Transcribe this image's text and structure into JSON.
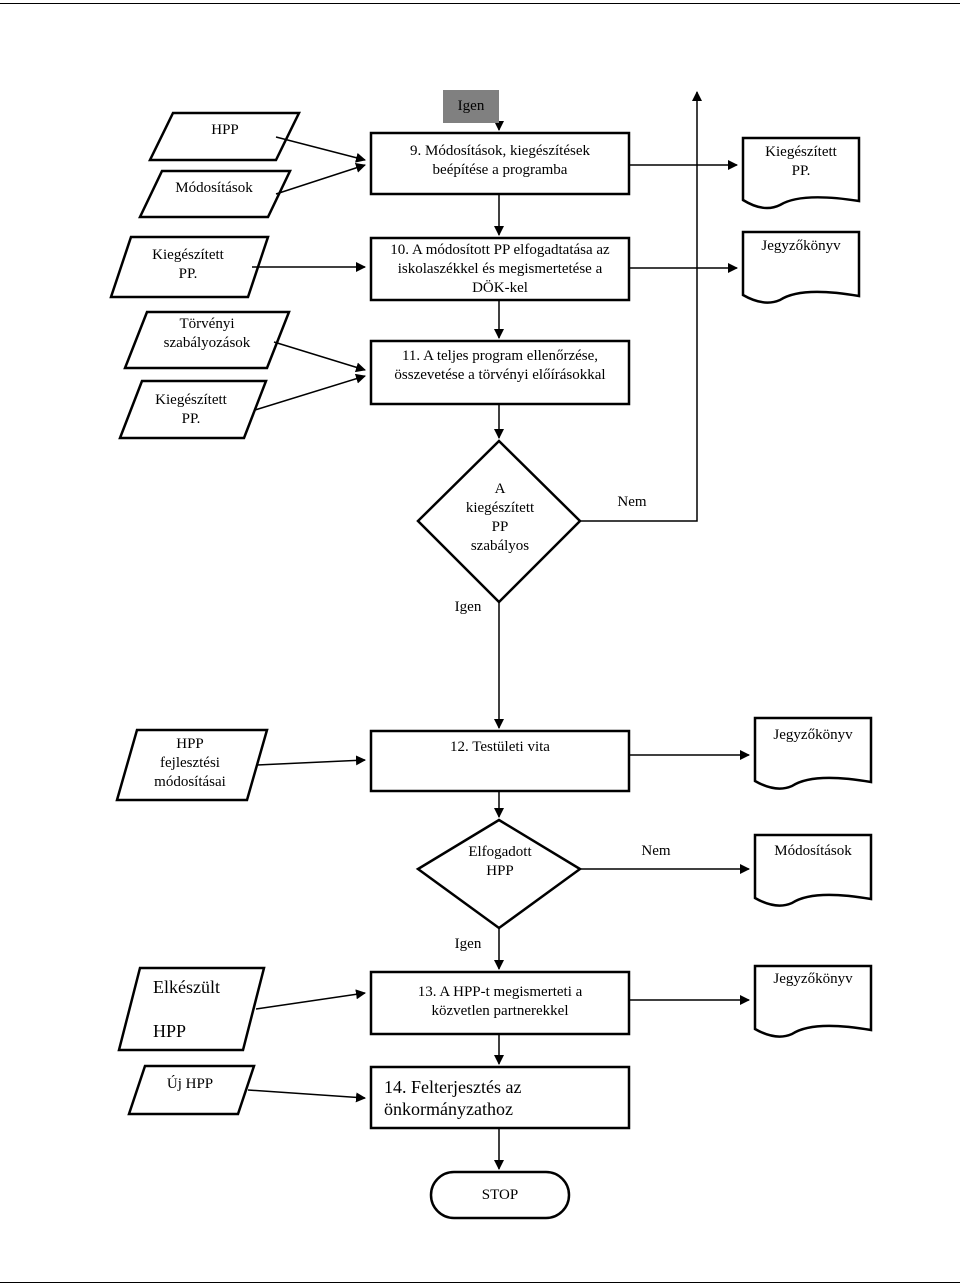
{
  "colors": {
    "stroke": "#000000",
    "label_fill": "#808080",
    "background": "#ffffff"
  },
  "labels": {
    "igen_top": "Igen",
    "igen_1": "Igen",
    "igen_2": "Igen",
    "nem_1": "Nem",
    "nem_2": "Nem"
  },
  "inputs": {
    "hpp": [
      "HPP"
    ],
    "modositasok": [
      "Módosítások"
    ],
    "kiegeszitett_1": [
      "Kiegészített",
      "PP."
    ],
    "torvenyi": [
      "Törvényi",
      "szabályozások"
    ],
    "kiegeszitett_2": [
      "Kiegészített",
      "PP."
    ],
    "hpp_fejlesztesi": [
      "HPP",
      "fejlesztési",
      "módosításai"
    ],
    "elkeszult": [
      "Elkészült",
      "HPP"
    ],
    "uj_hpp": [
      "Új HPP"
    ]
  },
  "steps": {
    "s9": [
      "9. Módosítások, kiegészítések",
      "beépítése a programba"
    ],
    "s10": [
      "10. A módosított PP elfogadtatása az",
      "iskolaszékkel és megismertetése a",
      "DÖK-kel"
    ],
    "s11": [
      "11. A teljes program ellenőrzése,",
      "összevetése a törvényi előírásokkal"
    ],
    "s12": [
      "12. Testületi vita"
    ],
    "s13": [
      "13. A HPP-t megismerteti a",
      "közvetlen partnerekkel"
    ],
    "s14": [
      "14. Felterjesztés az",
      "önkormányzathoz"
    ]
  },
  "decisions": {
    "d1": [
      "A",
      "kiegészített",
      "PP",
      "szabályos"
    ],
    "d2": [
      "Elfogadott",
      "HPP"
    ]
  },
  "outputs": {
    "kiegeszitett_pp": [
      "Kiegészített",
      "PP."
    ],
    "jegyzokonyv_1": [
      "Jegyzőkönyv"
    ],
    "jegyzokonyv_2": [
      "Jegyzőkönyv"
    ],
    "modositasok_out": [
      "Módosítások"
    ],
    "jegyzokonyv_3": [
      "Jegyzőkönyv"
    ]
  },
  "terminal": {
    "stop": [
      "STOP"
    ]
  }
}
